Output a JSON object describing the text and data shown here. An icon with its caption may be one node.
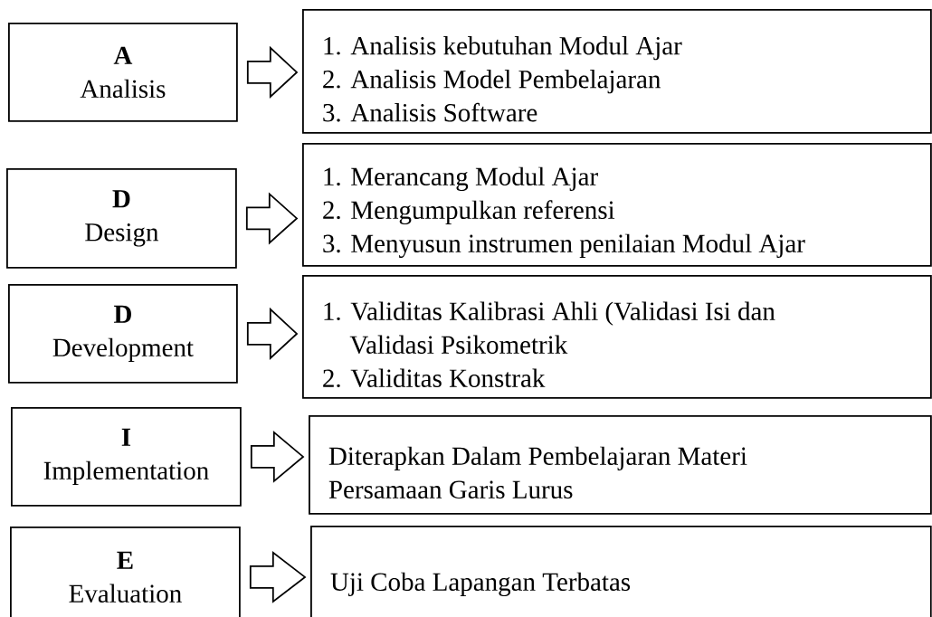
{
  "diagram": {
    "nodes": [
      {
        "text": [
          "A",
          "Analisis"
        ]
      },
      {
        "text": [
          "1. Analisis kebutuhan Modul Ajar",
          "2. Analisis Model Pembelajaran",
          "3. Analisis Software"
        ]
      },
      {
        "text": [
          "D",
          "Design"
        ]
      },
      {
        "text": [
          "1. Merancang Modul Ajar",
          "2. Mengumpulkan referensi",
          "3. Menyusun instrumen penilaian Modul Ajar"
        ]
      },
      {
        "text": [
          "D",
          "Development"
        ]
      },
      {
        "text": [
          "1. Validitas Kalibrasi Ahli (Validasi Isi dan Validasi Psikometrik",
          "2. Validitas Konstrak"
        ]
      },
      {
        "text": [
          "I",
          "Implementation"
        ]
      },
      {
        "text": [
          "Diterapkan Dalam Pembelajaran Materi Persamaan Garis Lurus"
        ]
      },
      {
        "text": [
          "E",
          "Evaluation"
        ]
      },
      {
        "text": [
          "Uji Coba Lapangan Terbatas"
        ]
      }
    ],
    "edges": [
      {
        "from": 0,
        "to": 1,
        "arrow": "to"
      },
      {
        "from": 2,
        "to": 3,
        "arrow": "to"
      },
      {
        "from": 4,
        "to": 5,
        "arrow": "to"
      },
      {
        "from": 6,
        "to": 7,
        "arrow": "to"
      },
      {
        "from": 8,
        "to": 9,
        "arrow": "to"
      }
    ]
  }
}
